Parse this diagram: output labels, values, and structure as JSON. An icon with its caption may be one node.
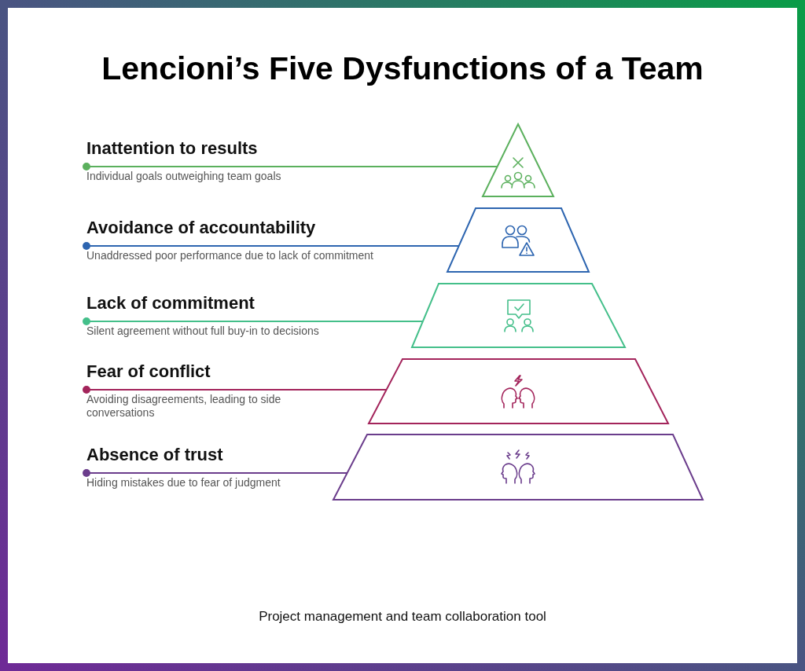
{
  "diagram": {
    "title": "Lencioni’s Five Dysfunctions of a Team",
    "nodes": [
      {
        "text": [
          "Inattention to results",
          "Individual goals outweighing team goals"
        ]
      },
      {
        "text": [],
        "shape": "triangle"
      },
      {
        "text": [
          "Avoidance of accountability",
          "Unaddressed poor performance due to lack of commitment"
        ]
      },
      {
        "text": [],
        "shape": "trapezoid"
      },
      {
        "text": [
          "Lack of commitment",
          "Silent agreement without full buy-in to decisions"
        ]
      },
      {
        "text": [],
        "shape": "trapezoid"
      },
      {
        "text": [
          "Fear of conflict",
          "Avoiding disagreements, leading to side conversations"
        ]
      },
      {
        "text": [],
        "shape": "trapezoid"
      },
      {
        "text": [
          "Absence of trust",
          "Hiding mistakes due to fear of judgment"
        ]
      },
      {
        "text": [],
        "shape": "trapezoid"
      }
    ],
    "edges": [
      {
        "from": 0,
        "to": 1,
        "arrow": "other",
        "color": "#5bb05d"
      },
      {
        "from": 2,
        "to": 3,
        "arrow": "other",
        "color": "#2d65b0"
      },
      {
        "from": 4,
        "to": 5,
        "arrow": "other",
        "color": "#44bf8a"
      },
      {
        "from": 6,
        "to": 7,
        "arrow": "other",
        "color": "#a3245b"
      },
      {
        "from": 8,
        "to": 9,
        "arrow": "other",
        "color": "#6b3d8c"
      }
    ],
    "labels": [
      "Project management and team collaboration tool"
    ]
  }
}
